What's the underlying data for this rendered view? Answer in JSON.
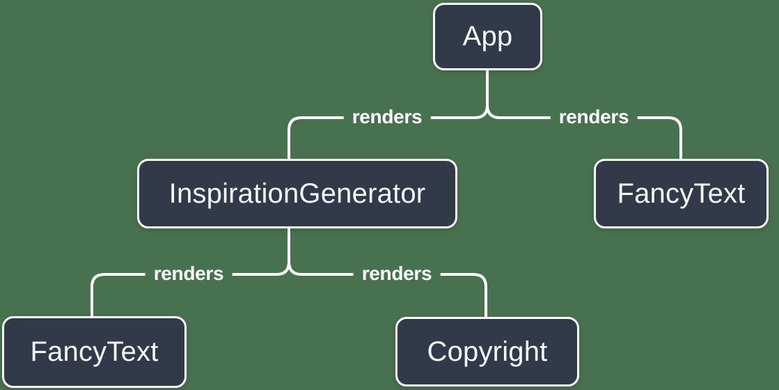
{
  "diagram": {
    "type": "component-render-tree",
    "background_color": "#48724F",
    "node_fill_color": "#323A49",
    "node_border_color": "#FFFFFF",
    "node_text_color": "#F6F7F9",
    "connector_color": "#FFFFFF",
    "nodes": [
      {
        "id": "app",
        "label": "App"
      },
      {
        "id": "inspirationgenerator",
        "label": "InspirationGenerator"
      },
      {
        "id": "fancytext-top",
        "label": "FancyText"
      },
      {
        "id": "fancytext-bottom",
        "label": "FancyText"
      },
      {
        "id": "copyright",
        "label": "Copyright"
      }
    ],
    "edges": [
      {
        "from": "App",
        "to": "InspirationGenerator",
        "label": "renders"
      },
      {
        "from": "App",
        "to": "FancyText",
        "label": "renders"
      },
      {
        "from": "InspirationGenerator",
        "to": "FancyText",
        "label": "renders"
      },
      {
        "from": "InspirationGenerator",
        "to": "Copyright",
        "label": "renders"
      }
    ]
  }
}
